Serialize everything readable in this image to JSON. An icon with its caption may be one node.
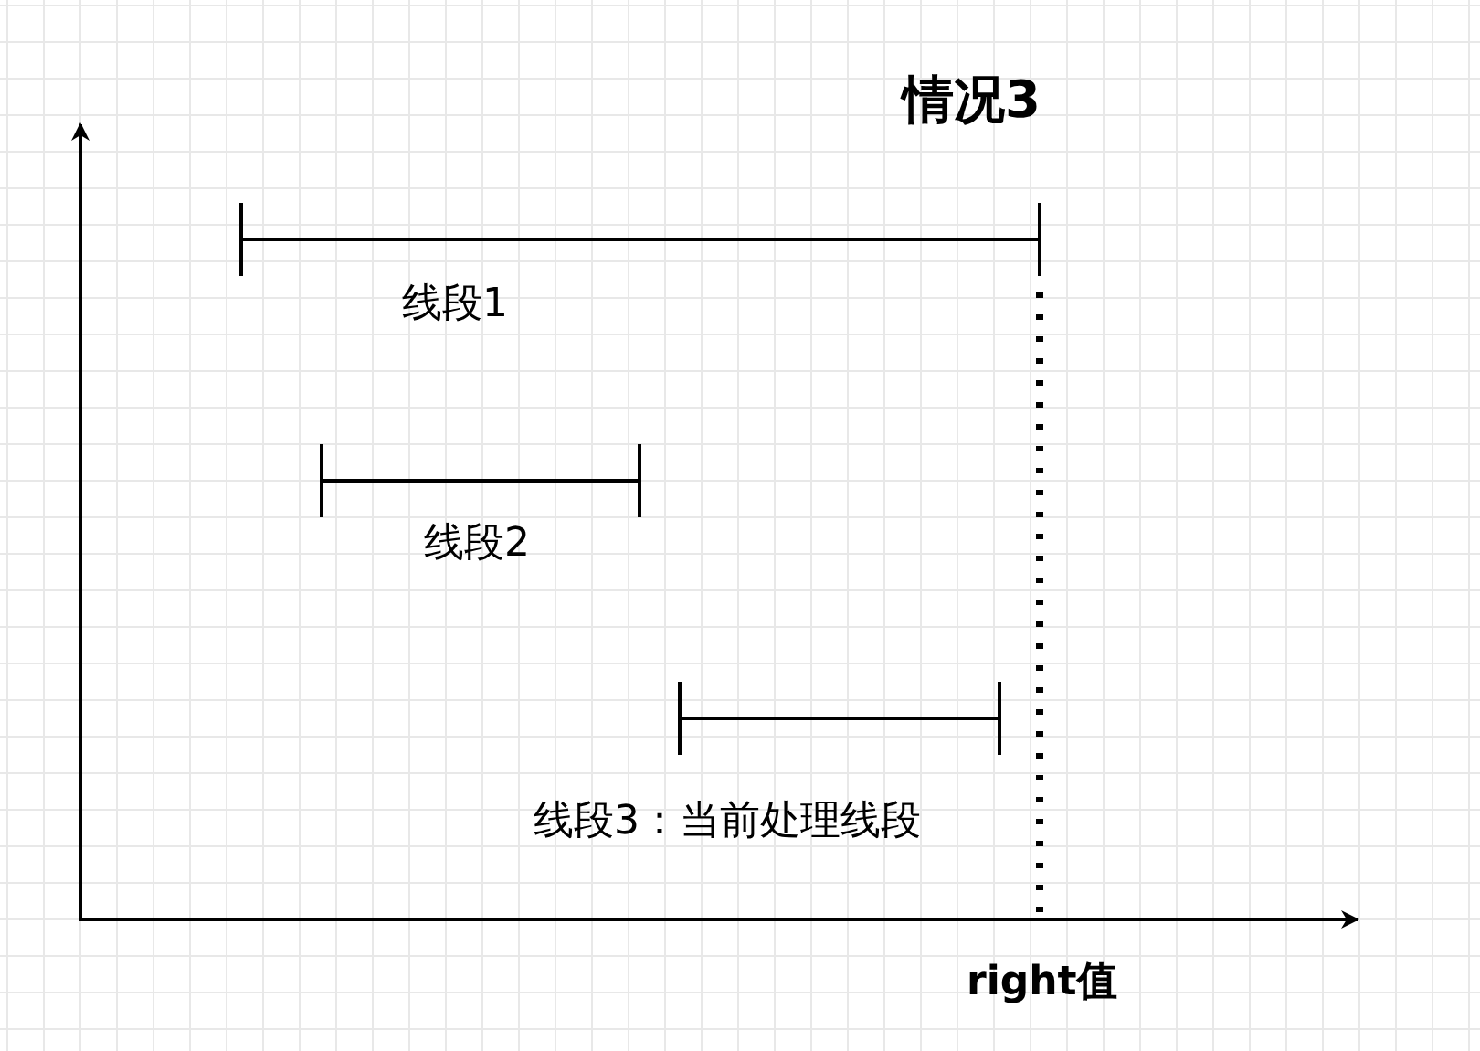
{
  "diagram": {
    "title": "情况3",
    "labels": [
      "线段1",
      "线段2",
      "线段3：当前处理线段",
      "right值"
    ]
  }
}
